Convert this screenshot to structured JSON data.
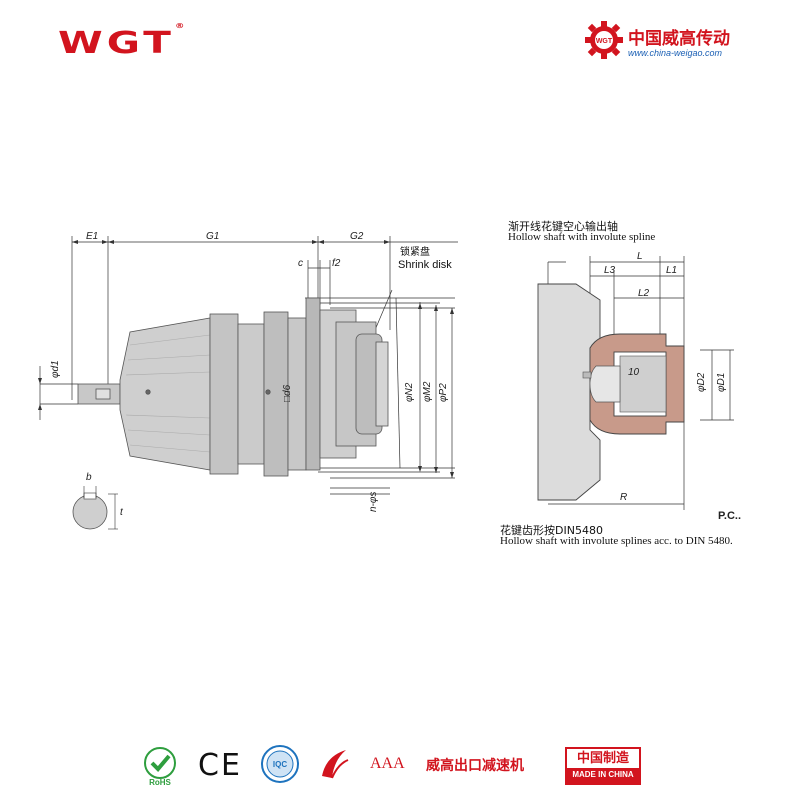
{
  "header": {
    "logo_text": "WGT",
    "logo_mark": "®",
    "brand_cn": "中国威高传动",
    "brand_url": "www.china-weigao.com"
  },
  "main_drawing": {
    "dimensions": {
      "E1": "E1",
      "G1": "G1",
      "G2": "G2",
      "c": "c",
      "f2": "f2",
      "d1": "φd1",
      "d6": "□d6",
      "N2": "φN2",
      "M2": "φM2",
      "P2": "φP2",
      "s": "n-φs",
      "b": "b",
      "t": "t"
    },
    "shrink_disk_cn": "锁紧盘",
    "shrink_disk_en": "Shrink disk"
  },
  "detail_drawing": {
    "title_cn": "渐开线花键空心输出轴",
    "title_en": "Hollow shaft with involute spline",
    "dimensions": {
      "L": "L",
      "L1": "L1",
      "L2": "L2",
      "L3": "L3",
      "ten": "10",
      "D1": "φD1",
      "D2": "φD2",
      "R": "R"
    },
    "pc_label": "P.C..",
    "note_cn": "花键齿形按DIN5480",
    "note_en": "Hollow shaft with involute splines acc. to DIN 5480."
  },
  "footer": {
    "rohs": "RoHS",
    "ce": "CE",
    "iqc": "IQC",
    "aaa": "AAA",
    "company_cn": "威高出口减速机",
    "made_in_cn": "中国制造",
    "made_in_en": "MADE IN CHINA"
  },
  "colors": {
    "brand_red": "#d2141e",
    "line": "#333333",
    "body_gray": "#c8c8c8"
  }
}
